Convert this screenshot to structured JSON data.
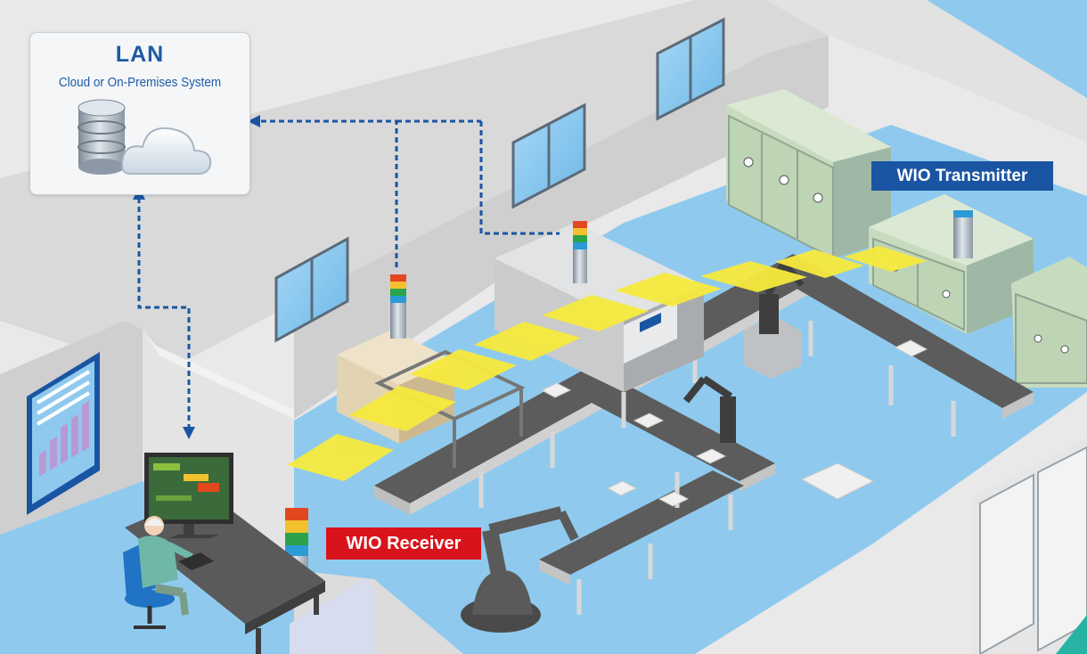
{
  "lan": {
    "title": "LAN",
    "subtitle": "Cloud or On-Premises System",
    "icons": [
      "database-icon",
      "cloud-icon"
    ]
  },
  "labels": {
    "transmitter": "WIO Transmitter",
    "receiver": "WIO Receiver"
  },
  "colors": {
    "floor": "#8fcaee",
    "wall": "#dcdcdc",
    "wall_top": "#ededed",
    "signal": "#f7ea3e",
    "link_arrow": "#1a55a3",
    "transmitter_tag": "#1a55a3",
    "receiver_tag": "#d9131c",
    "cabinet": "#c7dbbf",
    "conveyor": "#5c5c5c"
  },
  "stack_light_colors": [
    "#2b9ad6",
    "#2ca24a",
    "#f2c12e",
    "#e2481f"
  ]
}
